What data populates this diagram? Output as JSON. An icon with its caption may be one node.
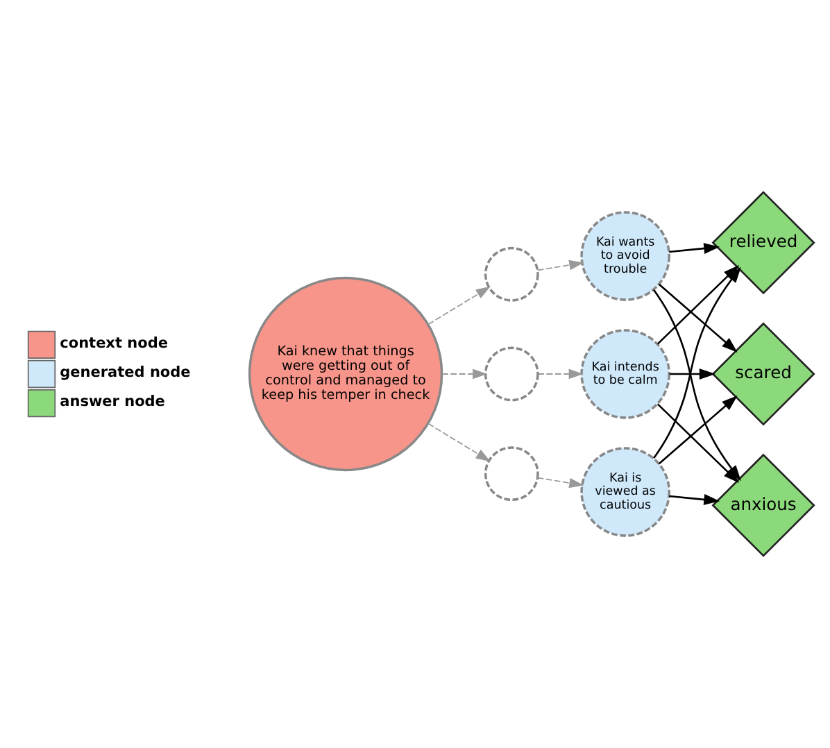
{
  "diagram": {
    "nodes": [
      {
        "text": [
          "Kai knew that things were getting out of control and managed to keep his temper in check"
        ]
      },
      {
        "text": [],
        "shape": "circle"
      },
      {
        "text": [],
        "shape": "circle"
      },
      {
        "text": [],
        "shape": "circle"
      },
      {
        "text": [
          "Kai wants to avoid trouble"
        ]
      },
      {
        "text": [
          "Kai intends to be calm"
        ]
      },
      {
        "text": [
          "Kai is viewed as cautious"
        ]
      },
      {
        "text": [
          "relieved"
        ]
      },
      {
        "text": [
          "scared"
        ]
      },
      {
        "text": [
          "anxious"
        ]
      }
    ],
    "edges": [
      {
        "from": 0,
        "to": 1,
        "arrow": "to",
        "style": "dashed",
        "color": "#999999"
      },
      {
        "from": 0,
        "to": 2,
        "arrow": "to",
        "style": "dashed",
        "color": "#999999"
      },
      {
        "from": 0,
        "to": 3,
        "arrow": "to",
        "style": "dashed",
        "color": "#999999"
      },
      {
        "from": 1,
        "to": 4,
        "arrow": "to",
        "style": "dashed",
        "color": "#999999"
      },
      {
        "from": 2,
        "to": 5,
        "arrow": "to",
        "style": "dashed",
        "color": "#999999"
      },
      {
        "from": 3,
        "to": 6,
        "arrow": "to",
        "style": "dashed",
        "color": "#999999"
      },
      {
        "from": 4,
        "to": 7,
        "arrow": "to"
      },
      {
        "from": 4,
        "to": 8,
        "arrow": "to"
      },
      {
        "from": 4,
        "to": 9,
        "arrow": "to"
      },
      {
        "from": 5,
        "to": 7,
        "arrow": "to"
      },
      {
        "from": 5,
        "to": 8,
        "arrow": "to"
      },
      {
        "from": 5,
        "to": 9,
        "arrow": "to"
      },
      {
        "from": 6,
        "to": 7,
        "arrow": "to"
      },
      {
        "from": 6,
        "to": 8,
        "arrow": "to"
      },
      {
        "from": 6,
        "to": 9,
        "arrow": "to"
      }
    ],
    "legend": [
      {
        "text": "context node",
        "color": "#f8958a"
      },
      {
        "text": "generated node",
        "color": "#cfe9fb"
      },
      {
        "text": "answer node",
        "color": "#8cd97b"
      }
    ]
  }
}
